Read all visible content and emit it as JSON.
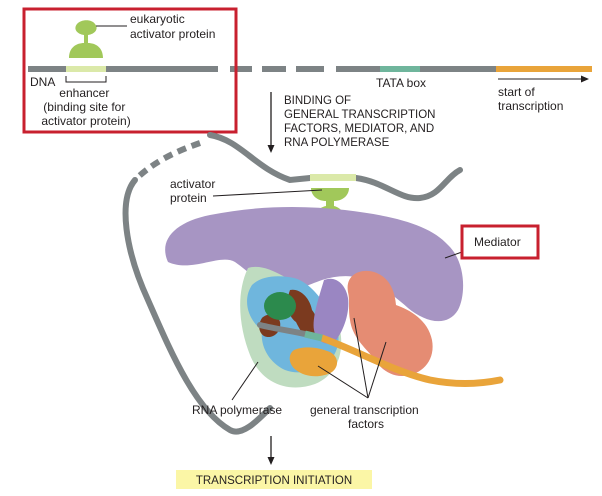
{
  "top_panel": {
    "activator_label": [
      "eukaryotic",
      "activator protein"
    ],
    "dna_label": "DNA",
    "enhancer_label": [
      "enhancer",
      "(binding site for",
      "activator protein)"
    ],
    "tata_label": "TATA box",
    "start_label": [
      "start of",
      "transcription"
    ]
  },
  "step_text": [
    "BINDING OF",
    "GENERAL TRANSCRIPTION",
    "FACTORS, MEDIATOR, AND",
    "RNA POLYMERASE"
  ],
  "complex": {
    "activator_label": [
      "activator",
      "protein"
    ],
    "mediator_label": "Mediator",
    "polymerase_label": "RNA polymerase",
    "gtf_label": [
      "general transcription",
      "factors"
    ]
  },
  "result_label": "TRANSCRIPTION INITIATION",
  "colors": {
    "dna": "#7d8385",
    "enhancer": "#dbe9a9",
    "activator": "#a1c85a",
    "tata": "#6fb59c",
    "transcribed": "#e9a43a",
    "mediator": "#a795c3",
    "salmon": "#e58c73",
    "light_blue": "#6fb6dd",
    "light_green": "#bfdcc0",
    "dark_green": "#2c8a4d",
    "brown": "#7b3a1f",
    "purple_small": "#9a86c2",
    "result_box": "#fbf6a6",
    "highlight": "#c8202f"
  }
}
